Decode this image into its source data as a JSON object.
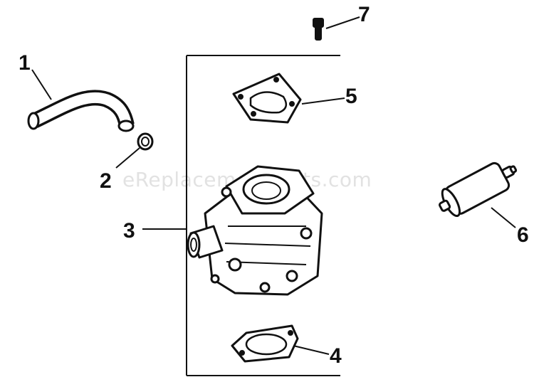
{
  "watermark": "eReplacementParts.com",
  "callouts": [
    {
      "id": "1",
      "label": "1"
    },
    {
      "id": "2",
      "label": "2"
    },
    {
      "id": "3",
      "label": "3"
    },
    {
      "id": "4",
      "label": "4"
    },
    {
      "id": "5",
      "label": "5"
    },
    {
      "id": "6",
      "label": "6"
    },
    {
      "id": "7",
      "label": "7"
    }
  ],
  "parts": {
    "p1": "fuel-hose",
    "p2": "hose-clamp",
    "p3": "carburetor",
    "p4": "base-gasket",
    "p5": "top-gasket",
    "p6": "fuel-filter",
    "p7": "screw"
  }
}
